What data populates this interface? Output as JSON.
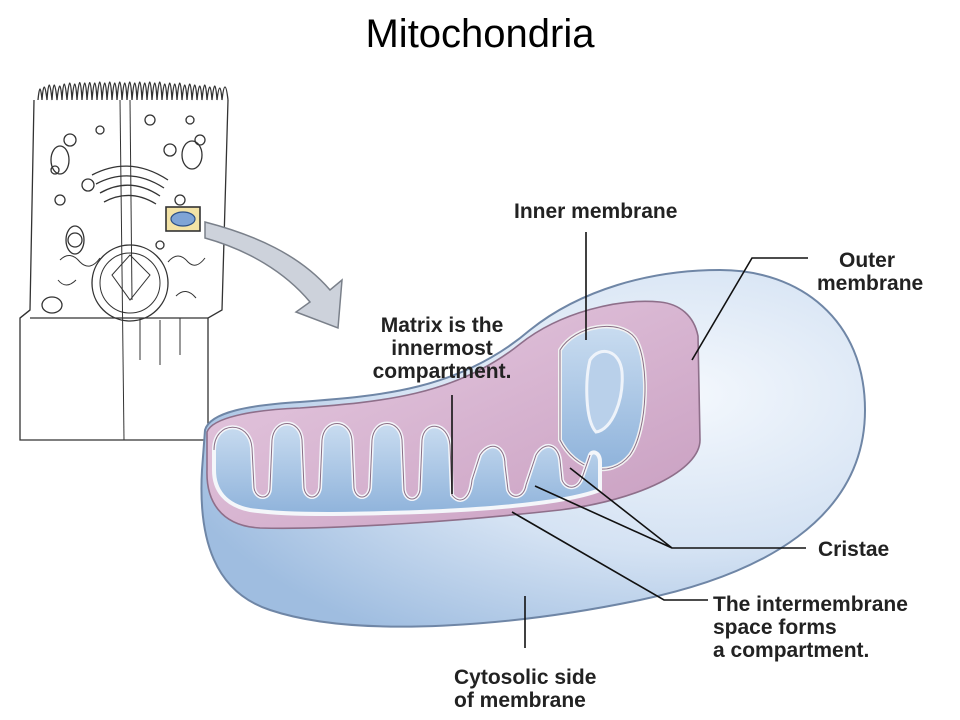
{
  "title": "Mitochondria",
  "labels": {
    "inner_membrane": [
      "Inner membrane"
    ],
    "outer_membrane": [
      "Outer",
      "membrane"
    ],
    "matrix": [
      "Matrix is the",
      "innermost",
      "compartment."
    ],
    "cristae": [
      "Cristae"
    ],
    "intermembrane": [
      "The intermembrane",
      "space forms",
      "a compartment."
    ],
    "cytosolic": [
      "Cytosolic side",
      "of membrane"
    ]
  },
  "colors": {
    "matrix_blue": "#a9c8e6",
    "intermembrane_pink": "#d9b6d2",
    "outer_blue": "#d7e3f2",
    "cell_inset": "#f3e3a6"
  }
}
